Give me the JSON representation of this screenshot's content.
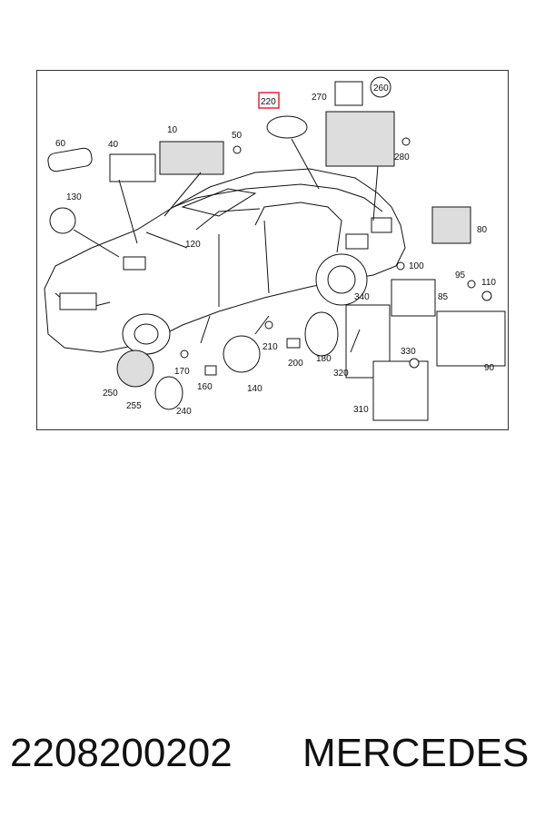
{
  "diagram": {
    "callouts": [
      {
        "id": "c220",
        "text": "220",
        "highlighted": true
      },
      {
        "id": "c270",
        "text": "270"
      },
      {
        "id": "c260",
        "text": "260",
        "circled": true
      },
      {
        "id": "c280",
        "text": "280"
      },
      {
        "id": "c10",
        "text": "10"
      },
      {
        "id": "c50",
        "text": "50"
      },
      {
        "id": "c60",
        "text": "60"
      },
      {
        "id": "c40",
        "text": "40"
      },
      {
        "id": "c130",
        "text": "130"
      },
      {
        "id": "c120",
        "text": "120"
      },
      {
        "id": "c80",
        "text": "80"
      },
      {
        "id": "c100",
        "text": "100"
      },
      {
        "id": "c95",
        "text": "95"
      },
      {
        "id": "c110",
        "text": "110"
      },
      {
        "id": "c85",
        "text": "85"
      },
      {
        "id": "c340",
        "text": "340"
      },
      {
        "id": "c210",
        "text": "210"
      },
      {
        "id": "c200",
        "text": "200"
      },
      {
        "id": "c180",
        "text": "180"
      },
      {
        "id": "c330",
        "text": "330"
      },
      {
        "id": "c90",
        "text": "90"
      },
      {
        "id": "c320",
        "text": "320"
      },
      {
        "id": "c310",
        "text": "310"
      },
      {
        "id": "c170",
        "text": "170"
      },
      {
        "id": "c160",
        "text": "160"
      },
      {
        "id": "c140",
        "text": "140"
      },
      {
        "id": "c250",
        "text": "250"
      },
      {
        "id": "c255",
        "text": "255"
      },
      {
        "id": "c240",
        "text": "240"
      }
    ],
    "highlight_color": "#e23333"
  },
  "footer": {
    "part_number": "2208200202",
    "brand": "MERCEDES"
  }
}
